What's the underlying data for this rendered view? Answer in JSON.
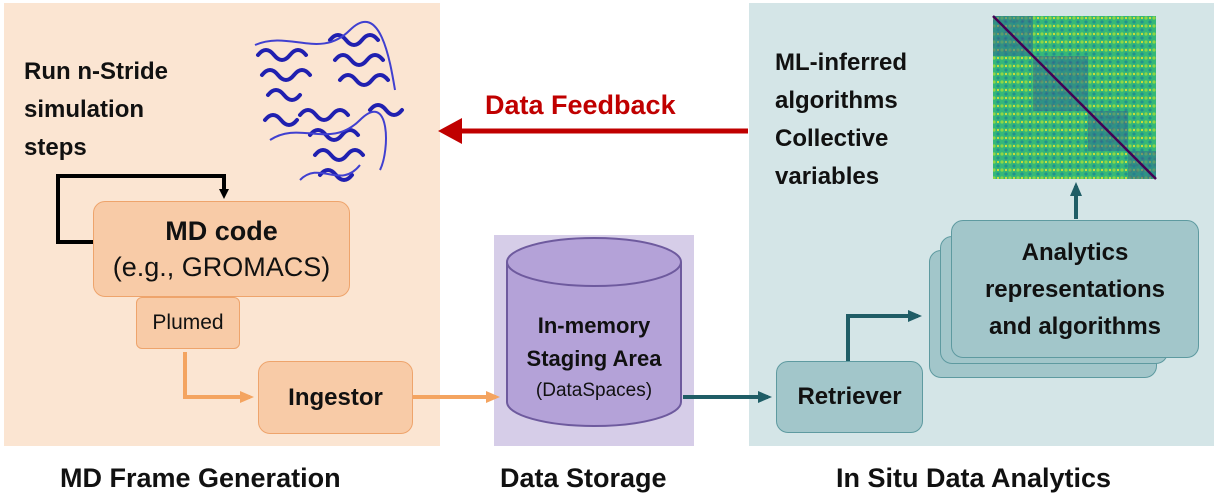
{
  "left": {
    "run_lines": [
      "Run n-Stride",
      "simulation",
      "steps"
    ],
    "md_code_title": "MD code",
    "md_code_sub": "(e.g., GROMACS)",
    "plumed": "Plumed",
    "ingestor": "Ingestor",
    "caption": "MD Frame Generation",
    "protein_image": "protein-structure"
  },
  "middle": {
    "storage_lines": [
      "In-memory",
      "Staging Area"
    ],
    "storage_sub": "(DataSpaces)",
    "caption": "Data Storage"
  },
  "right": {
    "ml_lines": [
      "ML-inferred",
      "algorithms",
      "Collective",
      "variables"
    ],
    "analytics_lines": [
      "Analytics",
      "representations",
      "and algorithms"
    ],
    "retriever": "Retriever",
    "caption": "In Situ Data Analytics",
    "heatmap_image": "contact-map-heatmap"
  },
  "feedback": {
    "label": "Data Feedback"
  },
  "colors": {
    "feedback_arrow": "#c00000",
    "orange_arrow": "#f4a460",
    "teal_arrow": "#1f5d66",
    "black_arrow": "#000000"
  }
}
